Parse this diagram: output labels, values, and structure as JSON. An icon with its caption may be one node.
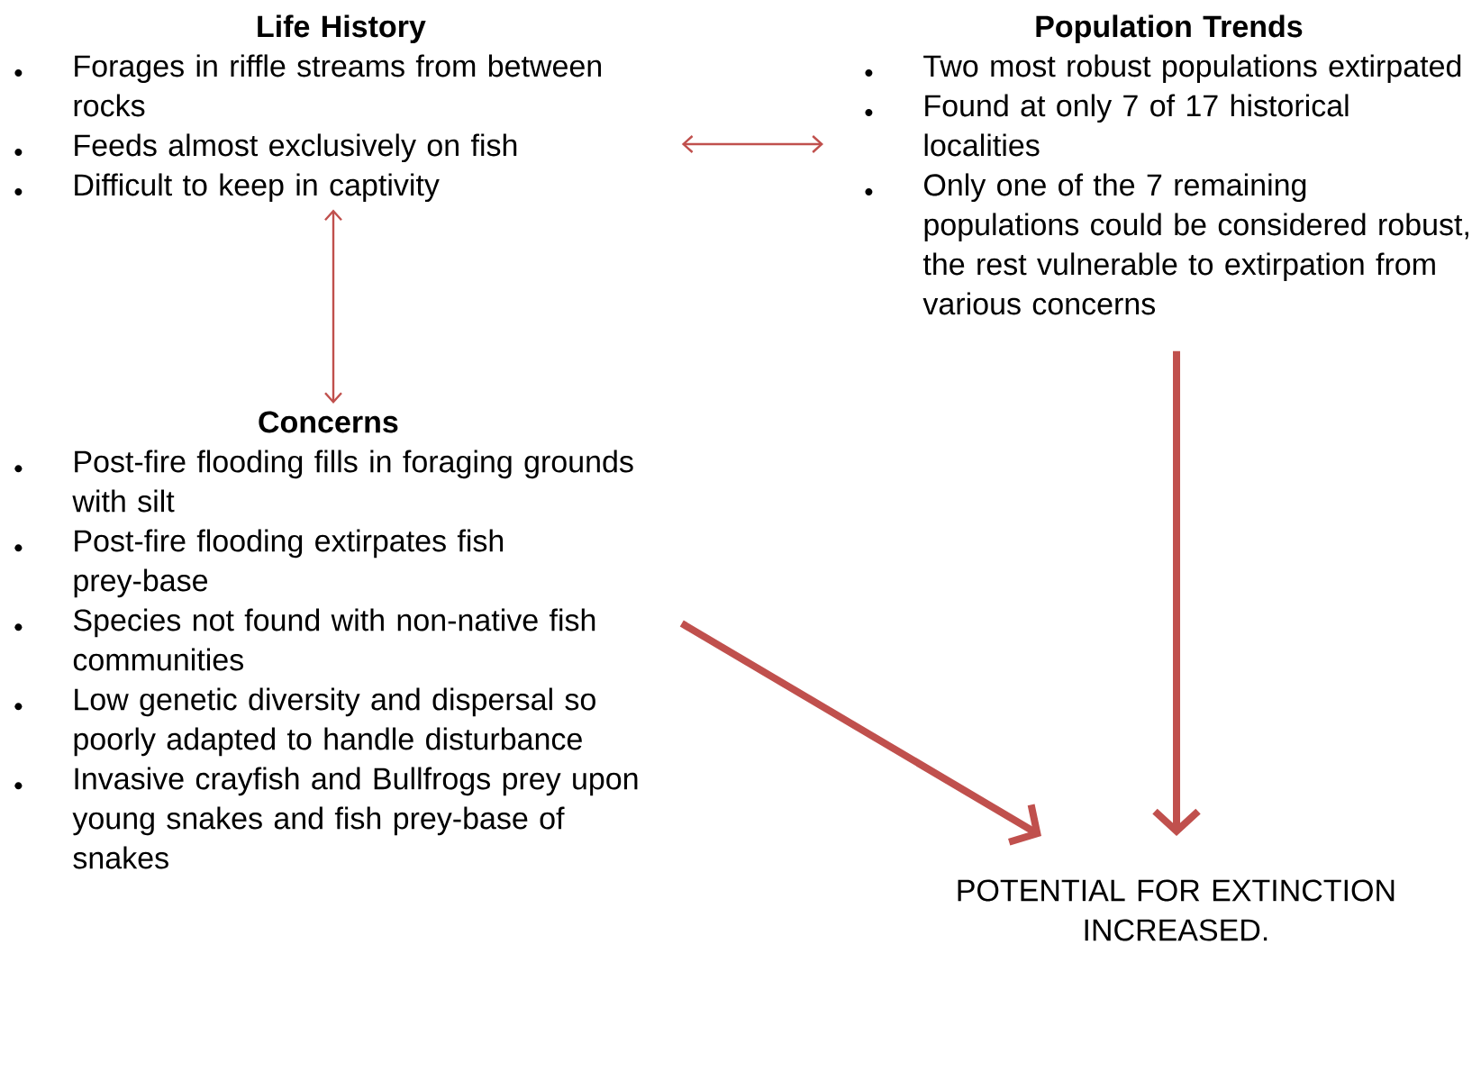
{
  "diagram": {
    "nodes": [
      {
        "text": [
          "Life History",
          "Forages in riffle streams from between rocks",
          "Feeds almost exclusively on fish",
          "Difficult to keep in captivity"
        ]
      },
      {
        "text": [
          "Population Trends",
          "Two most robust populations extirpated",
          "Found at only 7 of 17 historical localities",
          "Only one of the 7 remaining populations could be considered robust, the rest vulnerable to extirpation from various concerns"
        ]
      },
      {
        "text": [
          "Concerns",
          "Post-fire flooding fills in foraging grounds with silt",
          "Post-fire flooding extirpates fish prey-base",
          "Species not found with non-native fish communities",
          "Low genetic diversity and dispersal so poorly adapted to handle disturbance",
          "Invasive crayfish and Bullfrogs prey upon young snakes and fish prey-base of snakes"
        ]
      },
      {
        "text": [
          "POTENTIAL FOR EXTINCTION INCREASED."
        ]
      }
    ],
    "edges": [
      {
        "from": 0,
        "to": 1,
        "arrow": "both"
      },
      {
        "from": 0,
        "to": 2,
        "arrow": "both"
      },
      {
        "from": 2,
        "to": 3,
        "arrow": "to",
        "style": "thick"
      },
      {
        "from": 1,
        "to": 3,
        "arrow": "to",
        "style": "thick"
      }
    ]
  }
}
